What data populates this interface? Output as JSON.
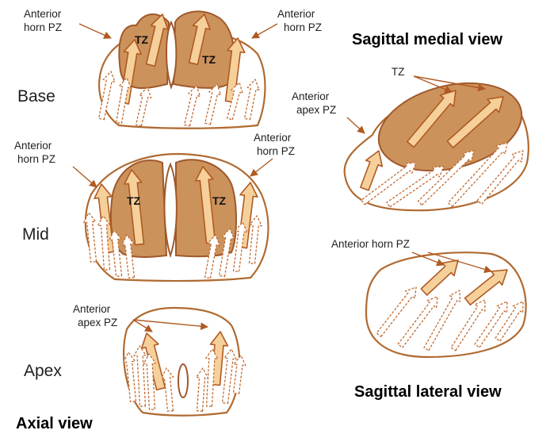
{
  "labels": {
    "tz": "TZ",
    "anterior": "Anterior",
    "horn_pz": "horn PZ",
    "apex_pz": "apex PZ",
    "anterior_horn_pz": "Anterior horn PZ",
    "base": "Base",
    "mid": "Mid",
    "apex": "Apex"
  },
  "headings": {
    "axial_view": "Axial view",
    "sagittal_medial_view": "Sagittal medial view",
    "sagittal_lateral_view": "Sagittal lateral view"
  },
  "colors": {
    "outline": "#b06a30",
    "transition_zone_fill": "#cc925c",
    "arrow_fill": "#f6d09a",
    "arrow_stroke": "#b05a22",
    "dashed_arrow": "#c06a30"
  }
}
